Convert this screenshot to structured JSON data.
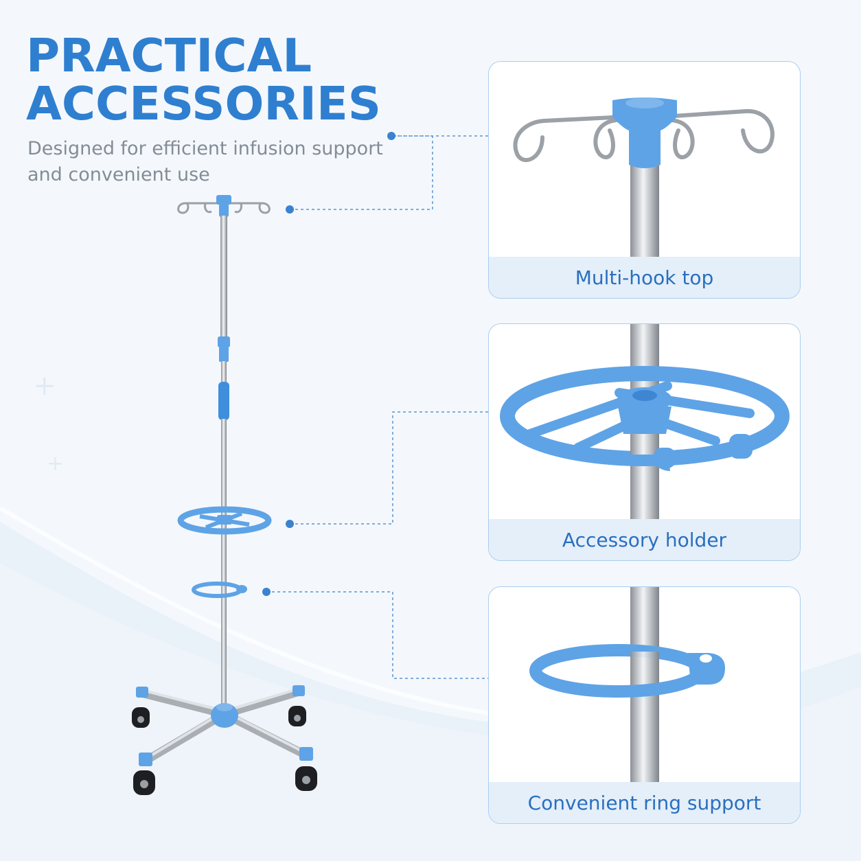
{
  "header": {
    "title_line1": "PRACTICAL",
    "title_line2": "ACCESSORIES",
    "subtitle_line1": "Designed for efficient infusion support",
    "subtitle_line2": "and convenient use"
  },
  "panels": [
    {
      "caption": "Multi-hook top",
      "icon": "iv-hooks-closeup"
    },
    {
      "caption": "Accessory holder",
      "icon": "wheel-holder-closeup"
    },
    {
      "caption": "Convenient ring support",
      "icon": "ring-support-closeup"
    }
  ],
  "colors": {
    "accent": "#2f7fd0",
    "plastic_blue": "#5ea3e6",
    "panel_border": "#a9cdf0",
    "caption_band": "#e4effa",
    "caption_text": "#2a6fbe",
    "subtitle_text": "#838c96"
  }
}
